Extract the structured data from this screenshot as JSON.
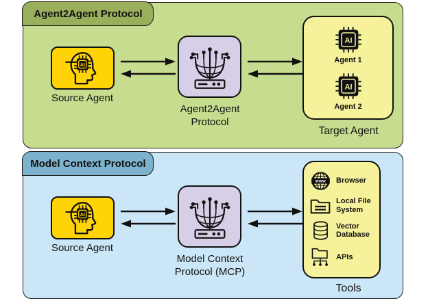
{
  "colors": {
    "a2a_panel_bg": "#c6dc8e",
    "a2a_badge_bg": "#9aaf5b",
    "mcp_panel_bg": "#cbe6f7",
    "mcp_badge_bg": "#7db2cd",
    "agent_box_bg": "#ffd306",
    "group_box_bg": "#f6f19b",
    "protocol_box_bg": "#d7cee7",
    "outline": "#111111"
  },
  "a2a_panel": {
    "title": "Agent2Agent Protocol",
    "source_agent": {
      "label": "Source Agent"
    },
    "protocol_node": {
      "label_line1": "Agent2Agent",
      "label_line2": "Protocol"
    },
    "target_agent": {
      "label": "Target Agent",
      "agents": [
        {
          "label": "Agent 1"
        },
        {
          "label": "Agent 2"
        }
      ]
    }
  },
  "mcp_panel": {
    "title": "Model Context Protocol",
    "source_agent": {
      "label": "Source Agent"
    },
    "protocol_node": {
      "label_line1": "Model Context",
      "label_line2": "Protocol (MCP)"
    },
    "tools": {
      "label": "Tools",
      "items": [
        {
          "label": "Browser",
          "icon": "globe-www-icon"
        },
        {
          "label": "Local File System",
          "icon": "folder-icon"
        },
        {
          "label": "Vector Database",
          "icon": "database-icon"
        },
        {
          "label": "APIs",
          "icon": "api-tree-icon"
        }
      ]
    }
  },
  "icon_text": {
    "ai_chip": "AI",
    "www_banner": "www"
  }
}
